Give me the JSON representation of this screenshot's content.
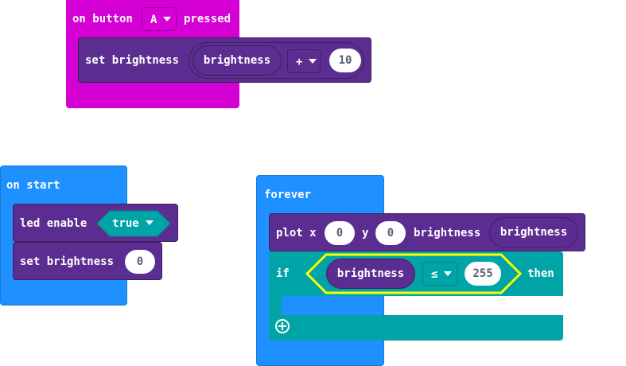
{
  "colors": {
    "input": "#d400d4",
    "basic": "#1e90ff",
    "led": "#5c2d91",
    "logic": "#00a4a6",
    "highlight": "#ffff00"
  },
  "on_button": {
    "prefix": "on button",
    "button": "A",
    "suffix": "pressed",
    "set_label": "set brightness",
    "var": "brightness",
    "operator": "+",
    "operand": "10"
  },
  "on_start": {
    "title": "on start",
    "led_enable_label": "led enable",
    "led_enable_value": "true",
    "set_label": "set brightness",
    "set_value": "0"
  },
  "forever": {
    "title": "forever",
    "plot_label": "plot x",
    "x_value": "0",
    "y_label": "y",
    "y_value": "0",
    "brightness_label": "brightness",
    "brightness_var": "brightness",
    "if_label": "if",
    "compare_var": "brightness",
    "compare_op": "≤",
    "compare_value": "255",
    "then_label": "then",
    "add_icon": "plus-circle-icon"
  }
}
